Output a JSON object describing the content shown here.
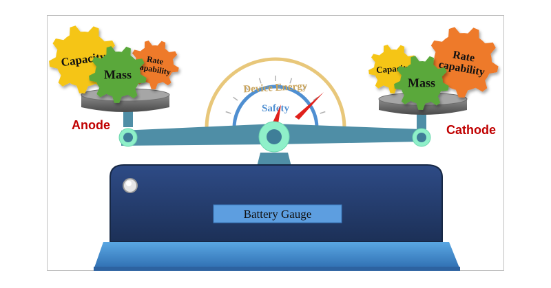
{
  "anode": {
    "label": "Anode",
    "gears": [
      {
        "label": "Capacity",
        "color": "#f5c518"
      },
      {
        "label": "Mass",
        "color": "#5aa83a"
      },
      {
        "label": "Rate capability",
        "color": "#ee7a2b"
      }
    ]
  },
  "cathode": {
    "label": "Cathode",
    "gears": [
      {
        "label": "Capacity",
        "color": "#f5c518"
      },
      {
        "label": "Mass",
        "color": "#5aa83a"
      },
      {
        "label": "Rate capability",
        "color": "#ee7a2b"
      }
    ]
  },
  "gauge": {
    "outer_label": "Device Energy",
    "inner_label": "Safety",
    "outer_color": "#e8c77a",
    "inner_color": "#4f8fd1",
    "needle_color": "#e0201b"
  },
  "base": {
    "label": "Battery Gauge",
    "body_color": "#243c6c",
    "plate_color": "#4f9bd8"
  },
  "beam": {
    "color": "#4f8ea6",
    "pivot_color": "#8ff0c9"
  },
  "text_color_sides": "#c00000"
}
